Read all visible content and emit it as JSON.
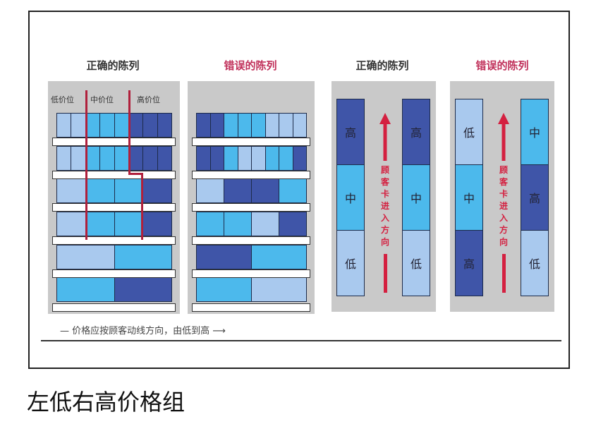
{
  "colors": {
    "L": "#a9c9ee",
    "M": "#4cb9ec",
    "H": "#3f55a8",
    "red": "#d42040"
  },
  "titles": [
    "正确的陈列",
    "错误的陈列",
    "正确的陈列",
    "错误的陈列"
  ],
  "price_labels": [
    "低价位",
    "中价位",
    "高价位"
  ],
  "shelf_correct": [
    [
      "L",
      "L",
      "M",
      "M",
      "M",
      "H",
      "H",
      "H"
    ],
    [
      "L",
      "L",
      "M",
      "M",
      "M",
      "H",
      "H",
      "H"
    ],
    [
      "L",
      "M",
      "M",
      "H"
    ],
    [
      "L",
      "M",
      "M",
      "H"
    ],
    [
      "L",
      "M"
    ],
    [
      "M",
      "H"
    ]
  ],
  "shelf_wrong": [
    [
      "H",
      "H",
      "M",
      "M",
      "M",
      "L",
      "L",
      "L"
    ],
    [
      "H",
      "H",
      "M",
      "L",
      "L",
      "M",
      "M",
      "H"
    ],
    [
      "L",
      "H",
      "H",
      "M"
    ],
    [
      "M",
      "M",
      "L",
      "H"
    ],
    [
      "H",
      "M"
    ],
    [
      "M",
      "L"
    ]
  ],
  "aisle_correct": {
    "left": [
      {
        "level": "H",
        "text": "高"
      },
      {
        "level": "M",
        "text": "中"
      },
      {
        "level": "L",
        "text": "低"
      }
    ],
    "right": [
      {
        "level": "H",
        "text": "高"
      },
      {
        "level": "M",
        "text": "中"
      },
      {
        "level": "L",
        "text": "低"
      }
    ]
  },
  "aisle_wrong": {
    "left": [
      {
        "level": "L",
        "text": "低"
      },
      {
        "level": "M",
        "text": "中"
      },
      {
        "level": "H",
        "text": "高"
      }
    ],
    "right": [
      {
        "level": "M",
        "text": "中"
      },
      {
        "level": "H",
        "text": "高"
      },
      {
        "level": "L",
        "text": "低"
      }
    ]
  },
  "direction_text": "顾客卡进入方向",
  "caption": "—  价格应按顾客动线方向，由低到高  ⟶",
  "footer": "左低右高价格组"
}
